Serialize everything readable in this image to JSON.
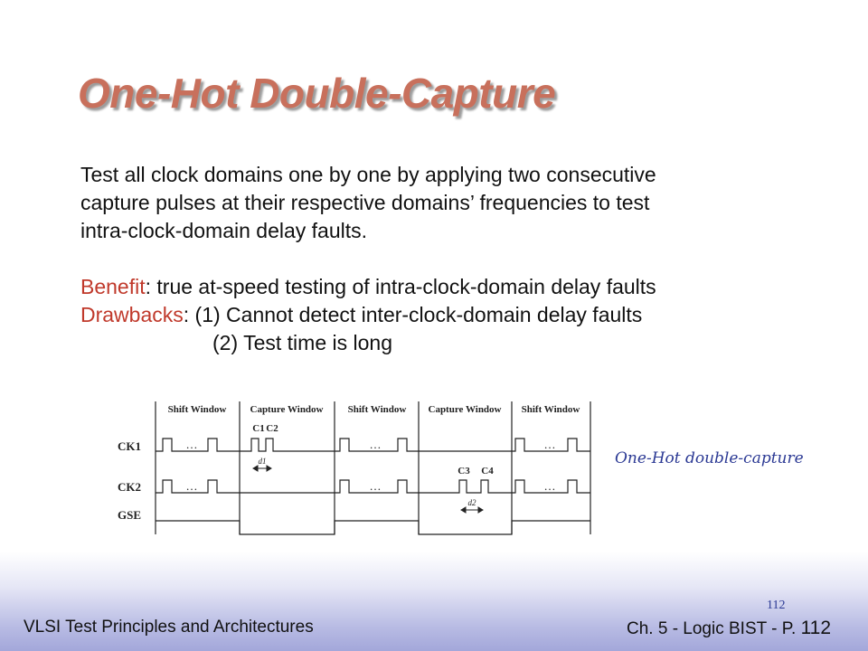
{
  "slide": {
    "title": "One-Hot Double-Capture",
    "paragraph": [
      "Test all clock domains one by one by applying two consecutive",
      "capture pulses at their respective domains’ frequencies to test",
      "intra-clock-domain delay faults."
    ],
    "benefit": {
      "label": "Benefit",
      "text": ": true at-speed testing of intra-clock-domain delay faults"
    },
    "drawbacks": {
      "label": "Drawbacks",
      "item1": ": (1) Cannot detect inter-clock-domain delay faults",
      "item2": "(2) Test time is long"
    },
    "caption": "One-Hot double-capture",
    "slide_number_small": "112",
    "footer_left": "VLSI Test Principles and Architectures",
    "footer_right_prefix": "Ch. 5 - Logic BIST - P. ",
    "footer_page": "112"
  },
  "diagram": {
    "windows": [
      "Shift Window",
      "Capture Window",
      "Shift Window",
      "Capture Window",
      "Shift Window"
    ],
    "signals": [
      "CK1",
      "CK2",
      "GSE"
    ],
    "capture_labels_ck1": [
      "C1",
      "C2"
    ],
    "capture_labels_ck2": [
      "C3",
      "C4"
    ],
    "delays": [
      "d1",
      "d2"
    ],
    "ellipsis": "…"
  }
}
